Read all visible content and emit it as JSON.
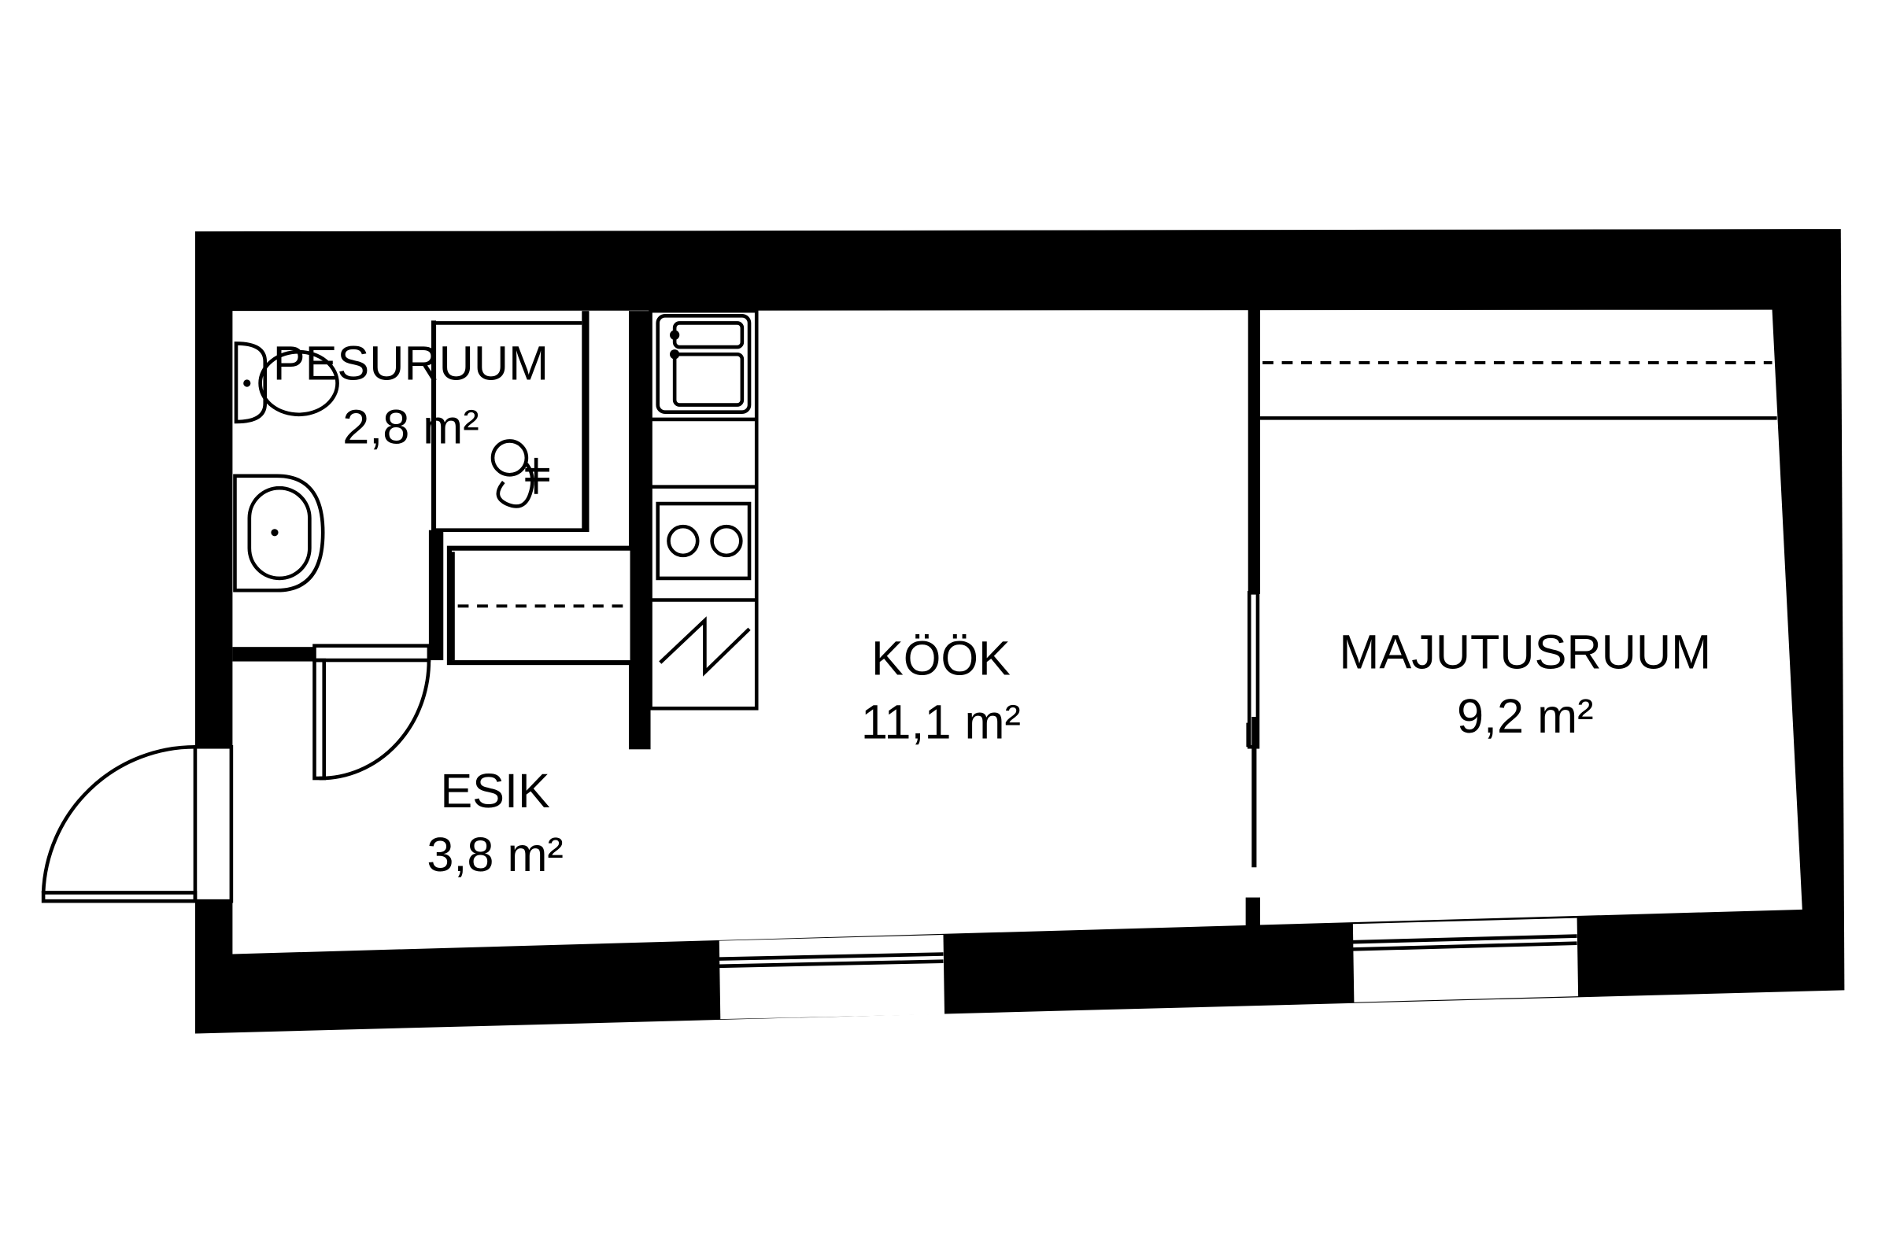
{
  "rooms": [
    {
      "name": "PESURUUM",
      "area": "2,8 m²"
    },
    {
      "name": "KÖÖK",
      "area": "11,1 m²"
    },
    {
      "name": "MAJUTUSRUUM",
      "area": "9,2 m²"
    },
    {
      "name": "ESIK",
      "area": "3,8 m²"
    }
  ],
  "colors": {
    "wall": "#000000",
    "floor": "#ffffff"
  }
}
